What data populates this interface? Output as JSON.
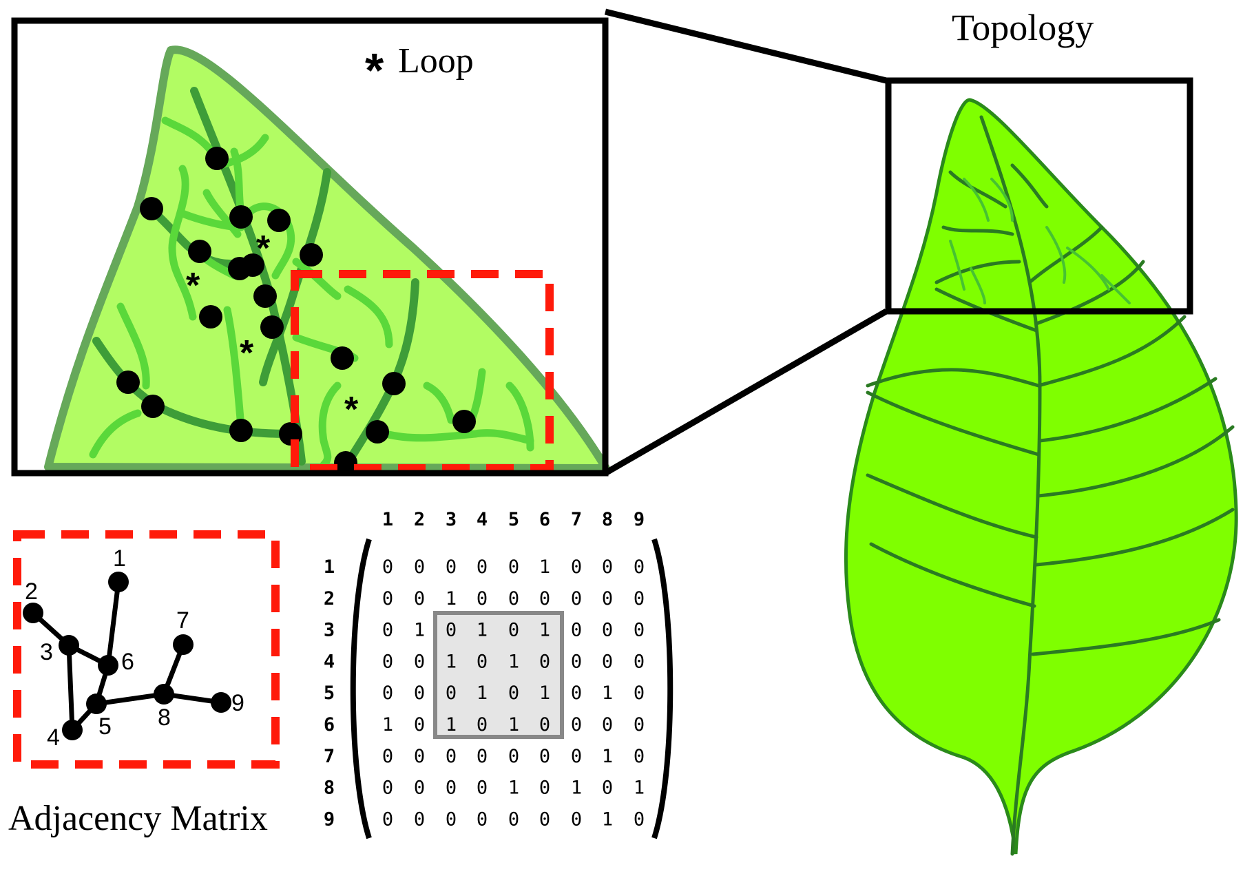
{
  "labels": {
    "topology": "Topology",
    "loop_marker": "*",
    "loop": "Loop",
    "adjacency": "Adjacency Matrix"
  },
  "matrix": {
    "col_headers": [
      "1",
      "2",
      "3",
      "4",
      "5",
      "6",
      "7",
      "8",
      "9"
    ],
    "row_headers": [
      "1",
      "2",
      "3",
      "4",
      "5",
      "6",
      "7",
      "8",
      "9"
    ],
    "rows": [
      [
        0,
        0,
        0,
        0,
        0,
        1,
        0,
        0,
        0
      ],
      [
        0,
        0,
        1,
        0,
        0,
        0,
        0,
        0,
        0
      ],
      [
        0,
        1,
        0,
        1,
        0,
        1,
        0,
        0,
        0
      ],
      [
        0,
        0,
        1,
        0,
        1,
        0,
        0,
        0,
        0
      ],
      [
        0,
        0,
        0,
        1,
        0,
        1,
        0,
        1,
        0
      ],
      [
        1,
        0,
        1,
        0,
        1,
        0,
        0,
        0,
        0
      ],
      [
        0,
        0,
        0,
        0,
        0,
        0,
        0,
        1,
        0
      ],
      [
        0,
        0,
        0,
        0,
        1,
        0,
        1,
        0,
        1
      ],
      [
        0,
        0,
        0,
        0,
        0,
        0,
        0,
        1,
        0
      ]
    ],
    "highlight": "rows 3-6, columns 3-6"
  },
  "graph": {
    "nodes": [
      "1",
      "2",
      "3",
      "4",
      "5",
      "6",
      "7",
      "8",
      "9"
    ],
    "edges": [
      [
        "1",
        "6"
      ],
      [
        "2",
        "3"
      ],
      [
        "3",
        "6"
      ],
      [
        "3",
        "4"
      ],
      [
        "4",
        "5"
      ],
      [
        "5",
        "6"
      ],
      [
        "5",
        "8"
      ],
      [
        "7",
        "8"
      ],
      [
        "8",
        "9"
      ]
    ]
  },
  "colors": {
    "leaf_fill": "#7fff00",
    "leaf_edge": "#2a8a1a",
    "zoom_fill": "#b2fc63",
    "zoom_edge": "#66a85a",
    "major_vein": "#3e9d38",
    "minor_vein": "#5ad83a",
    "dashed_box": "#ff1a0a",
    "highlight_fill": "#e5e5e5",
    "highlight_edge": "#888888"
  }
}
